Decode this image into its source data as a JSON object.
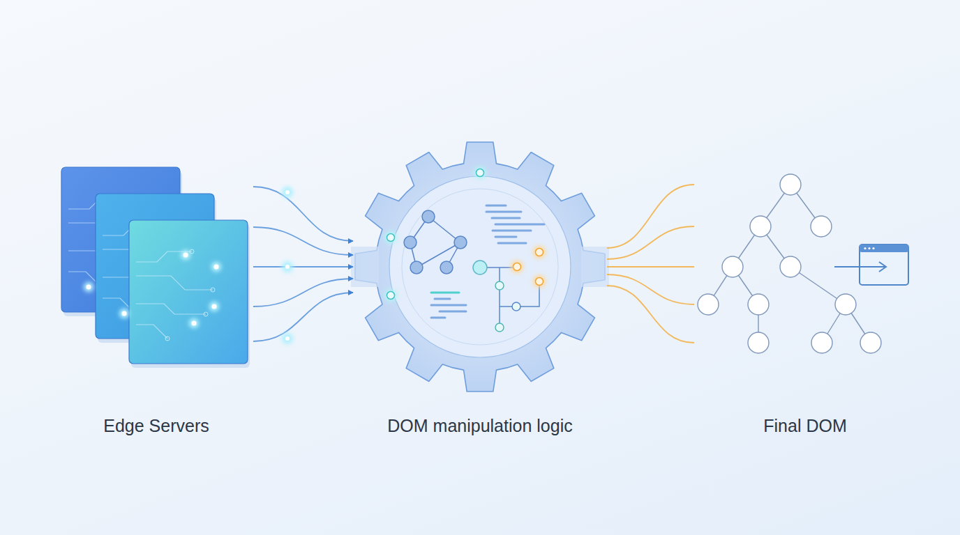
{
  "diagram": {
    "nodes": [
      {
        "text": [
          "Edge Servers"
        ]
      },
      {
        "text": [
          "DOM manipulation logic"
        ]
      },
      {
        "text": [
          "Final DOM"
        ]
      }
    ],
    "edges": [
      {
        "from": 0,
        "to": 1,
        "arrow": "to"
      },
      {
        "from": 1,
        "to": 2,
        "arrow": "none"
      }
    ]
  }
}
